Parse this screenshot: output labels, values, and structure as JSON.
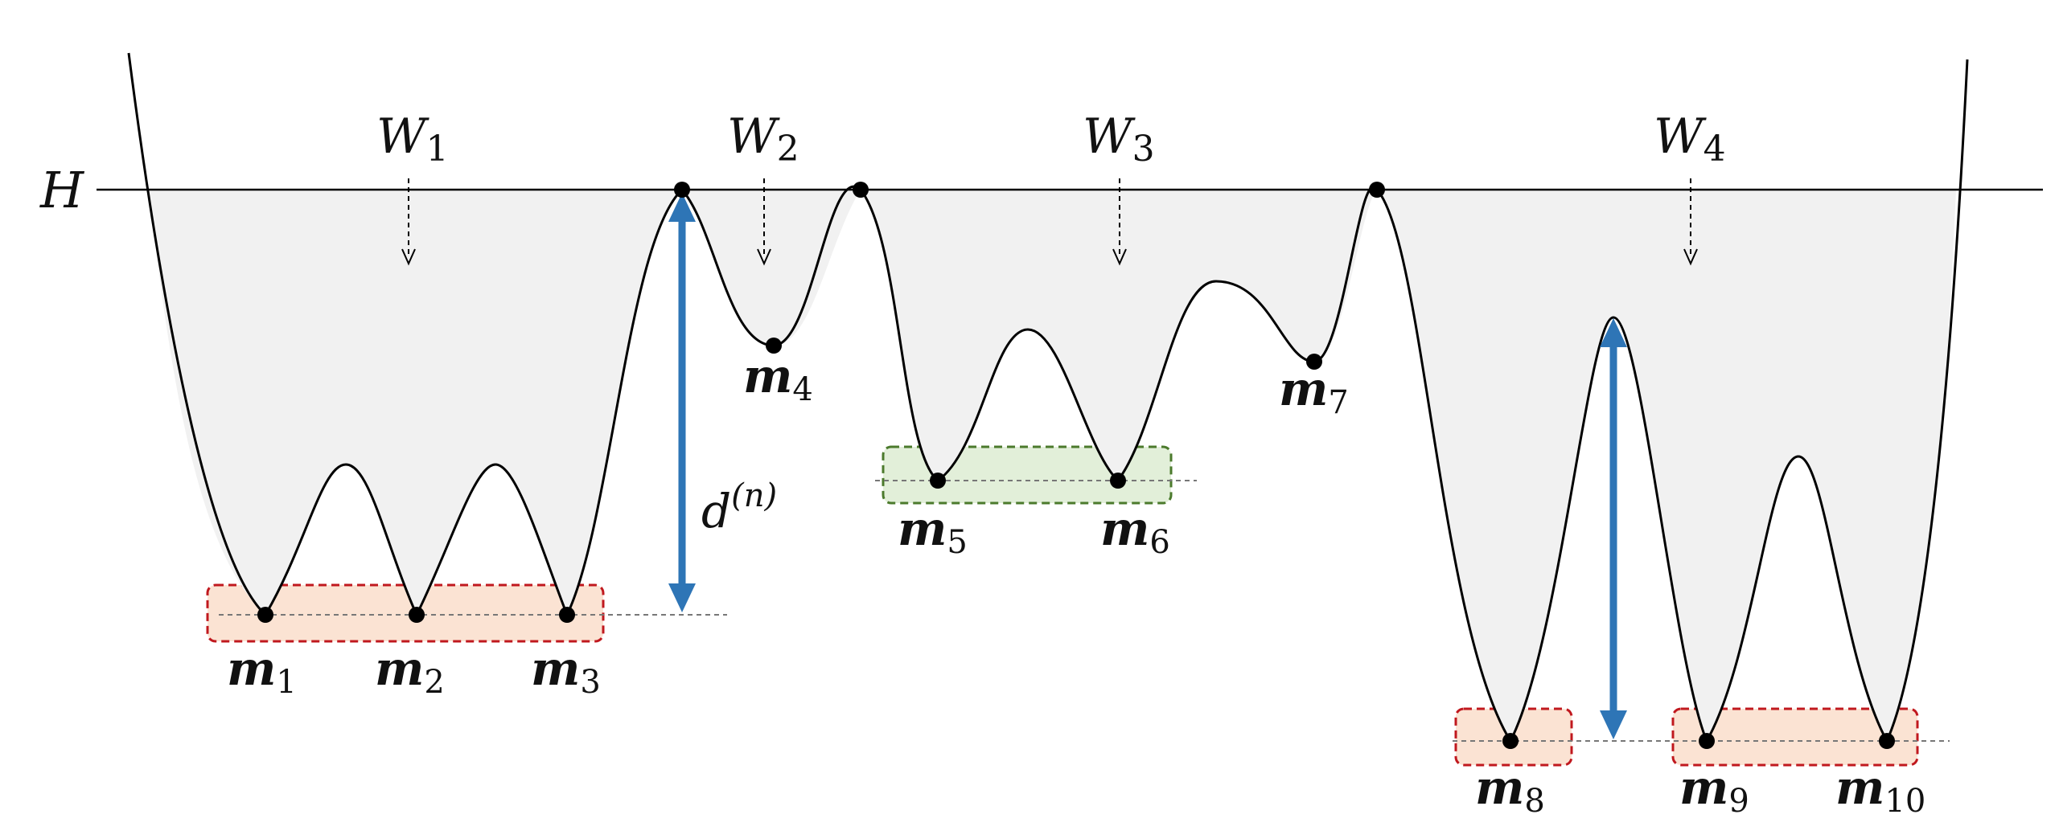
{
  "threshold_label": "H",
  "wells": [
    {
      "letter": "W",
      "sub": "1"
    },
    {
      "letter": "W",
      "sub": "2"
    },
    {
      "letter": "W",
      "sub": "3"
    },
    {
      "letter": "W",
      "sub": "4"
    }
  ],
  "minima": [
    {
      "letter": "m",
      "sub": "1"
    },
    {
      "letter": "m",
      "sub": "2"
    },
    {
      "letter": "m",
      "sub": "3"
    },
    {
      "letter": "m",
      "sub": "4"
    },
    {
      "letter": "m",
      "sub": "5"
    },
    {
      "letter": "m",
      "sub": "6"
    },
    {
      "letter": "m",
      "sub": "7"
    },
    {
      "letter": "m",
      "sub": "8"
    },
    {
      "letter": "m",
      "sub": "9"
    },
    {
      "letter": "m",
      "sub": "10"
    }
  ],
  "depth_label": {
    "base": "d",
    "sup": "(n)"
  },
  "colors": {
    "curve": "#000000",
    "well_fill": "#f1f1f1",
    "arrow": "#2e75b6",
    "red_box_fill": "#fbe3d3",
    "red_box_stroke": "#c0181e",
    "green_box_fill": "#e2efd9",
    "green_box_stroke": "#4b7a2c",
    "guide_line": "#777777"
  }
}
